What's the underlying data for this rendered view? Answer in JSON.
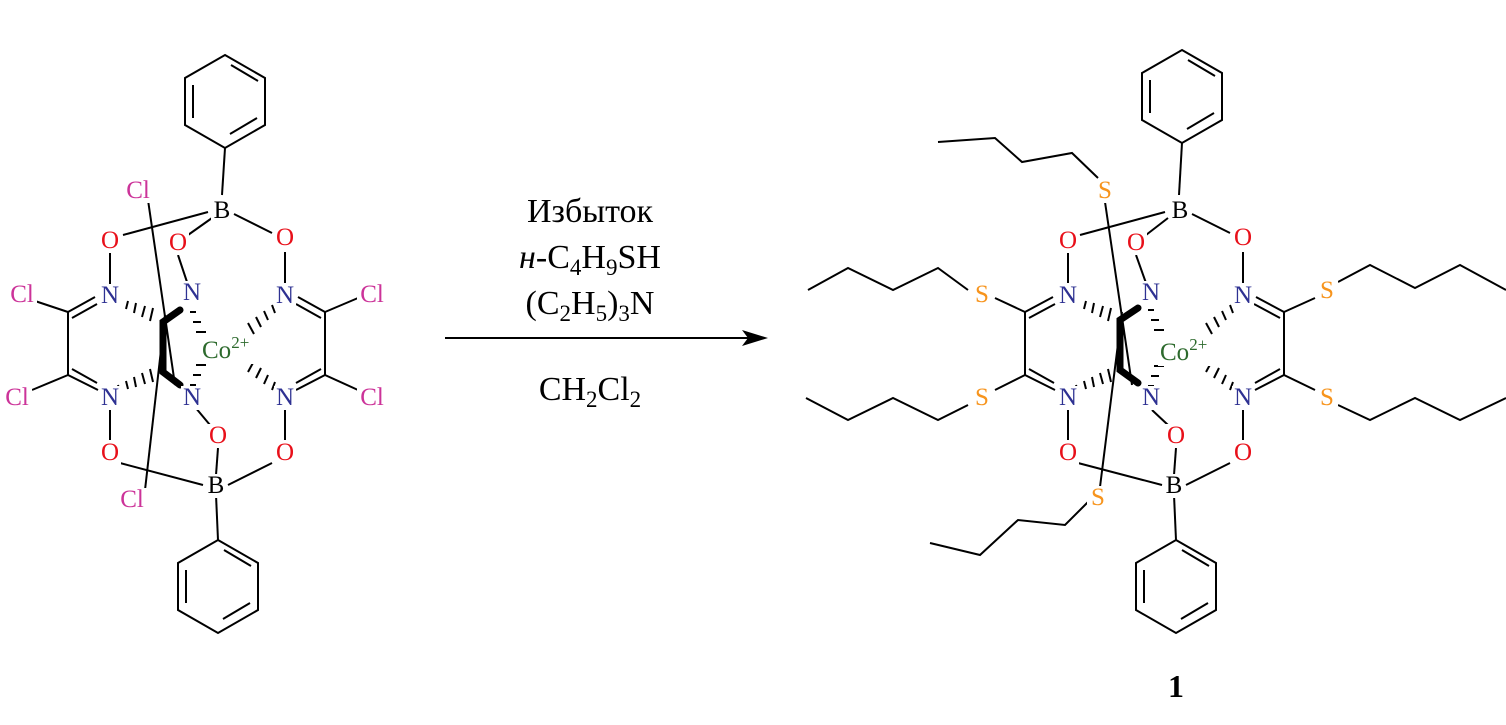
{
  "conditions": {
    "line1": "Избыток",
    "line2_prefix": "н-",
    "line2_c": "C",
    "line2_c_sub": "4",
    "line2_h": "H",
    "line2_h_sub": "9",
    "line2_suffix": "SH",
    "line3_open": "(C",
    "line3_sub1": "2",
    "line3_h": "H",
    "line3_sub2": "5",
    "line3_close": ")",
    "line3_sub3": "3",
    "line3_n": "N",
    "solvent_ch": "CH",
    "solvent_sub1": "2",
    "solvent_cl": "Cl",
    "solvent_sub2": "2"
  },
  "atoms": {
    "cl": "Cl",
    "o": "O",
    "n": "N",
    "b": "B",
    "s": "S",
    "co": "Co",
    "co_charge": "2+"
  },
  "product_label": "1",
  "colors": {
    "cl": "#cc3399",
    "o": "#e8101a",
    "n": "#2e3192",
    "co": "#2d6a2d",
    "s": "#f7941d",
    "b": "#000000"
  }
}
